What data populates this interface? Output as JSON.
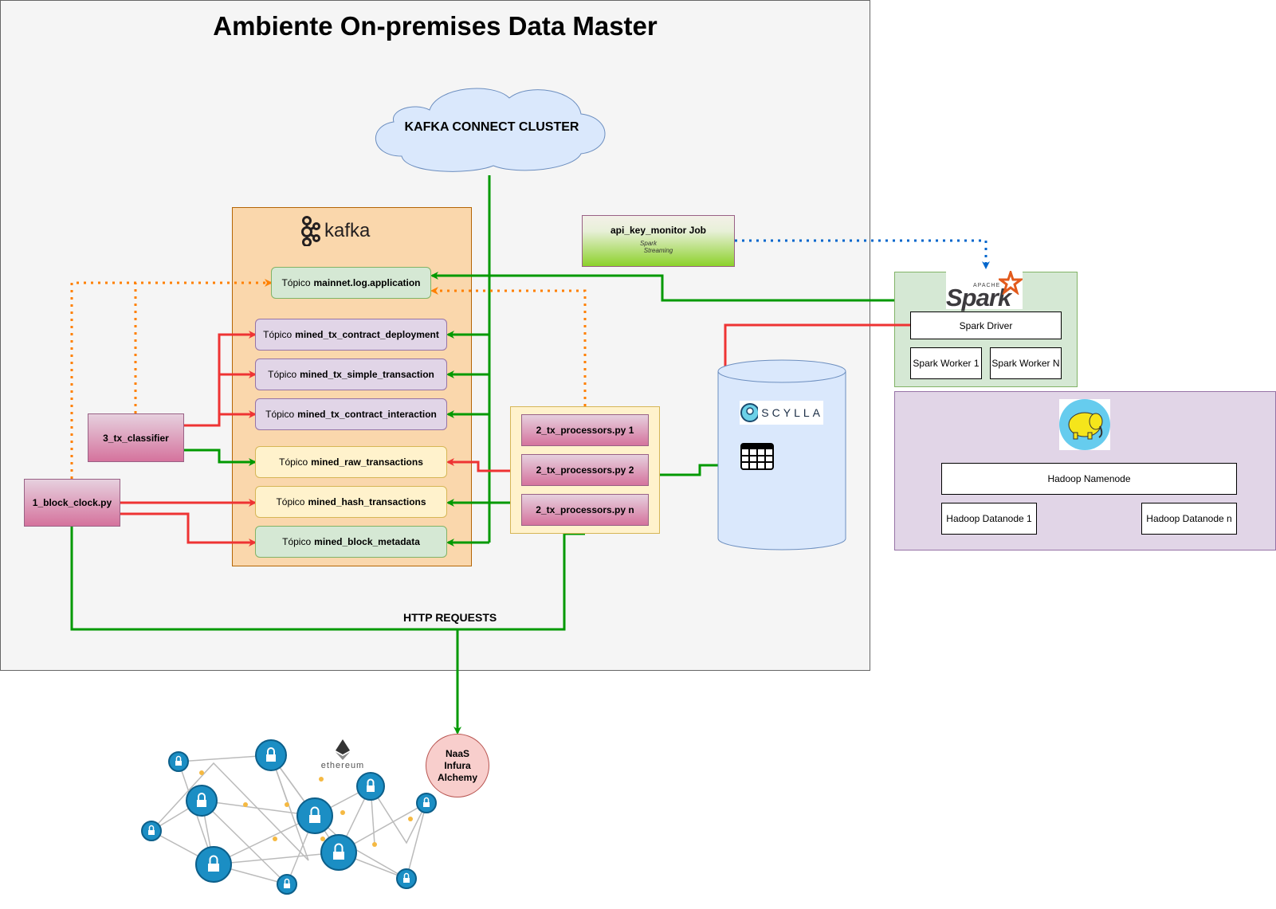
{
  "title": "Ambiente On-premises Data Master",
  "cloud": {
    "label": "KAFKA CONNECT CLUSTER"
  },
  "kafka": {
    "logo_text": "kafka",
    "topic_prefix": "Tópico",
    "topics": [
      {
        "name": "mainnet.log.application"
      },
      {
        "name": "mined_tx_contract_deployment"
      },
      {
        "name": "mined_tx_simple_transaction"
      },
      {
        "name": "mined_tx_contract_interaction"
      },
      {
        "name": "mined_raw_transactions"
      },
      {
        "name": "mined_hash_transactions"
      },
      {
        "name": "mined_block_metadata"
      }
    ]
  },
  "processes": {
    "classifier": "3_tx_classifier",
    "block_clock": "1_block_clock.py",
    "tx_processors": [
      "2_tx_processors.py 1",
      "2_tx_processors.py 2",
      "2_tx_processors.py n"
    ]
  },
  "job": {
    "label": "api_key_monitor Job",
    "logo_top": "Spark",
    "logo_bottom": "Streaming"
  },
  "spark": {
    "logo_small": "APACHE",
    "logo_text": "Spark",
    "driver": "Spark Driver",
    "workers": [
      "Spark Worker 1",
      "Spark Worker N"
    ]
  },
  "scylla": {
    "logo_text": "SCYLLA"
  },
  "hadoop": {
    "namenode": "Hadoop Namenode",
    "datanodes": [
      "Hadoop Datanode 1",
      "Hadoop Datanode n"
    ]
  },
  "http_label": "HTTP REQUESTS",
  "naas": {
    "lines": [
      "NaaS",
      "Infura",
      "Alchemy"
    ]
  },
  "ethereum": {
    "logo_text": "ethereum"
  },
  "colors": {
    "green_arrow": "#009900",
    "red_arrow": "#ee3333",
    "orange_dotted": "#ff8000",
    "blue_dotted": "#0066cc",
    "kafka_bg": "#fad7ac",
    "spark_bg": "#d5e8d4",
    "hadoop_bg": "#e1d5e7",
    "scylla_bg": "#dae8fc"
  }
}
